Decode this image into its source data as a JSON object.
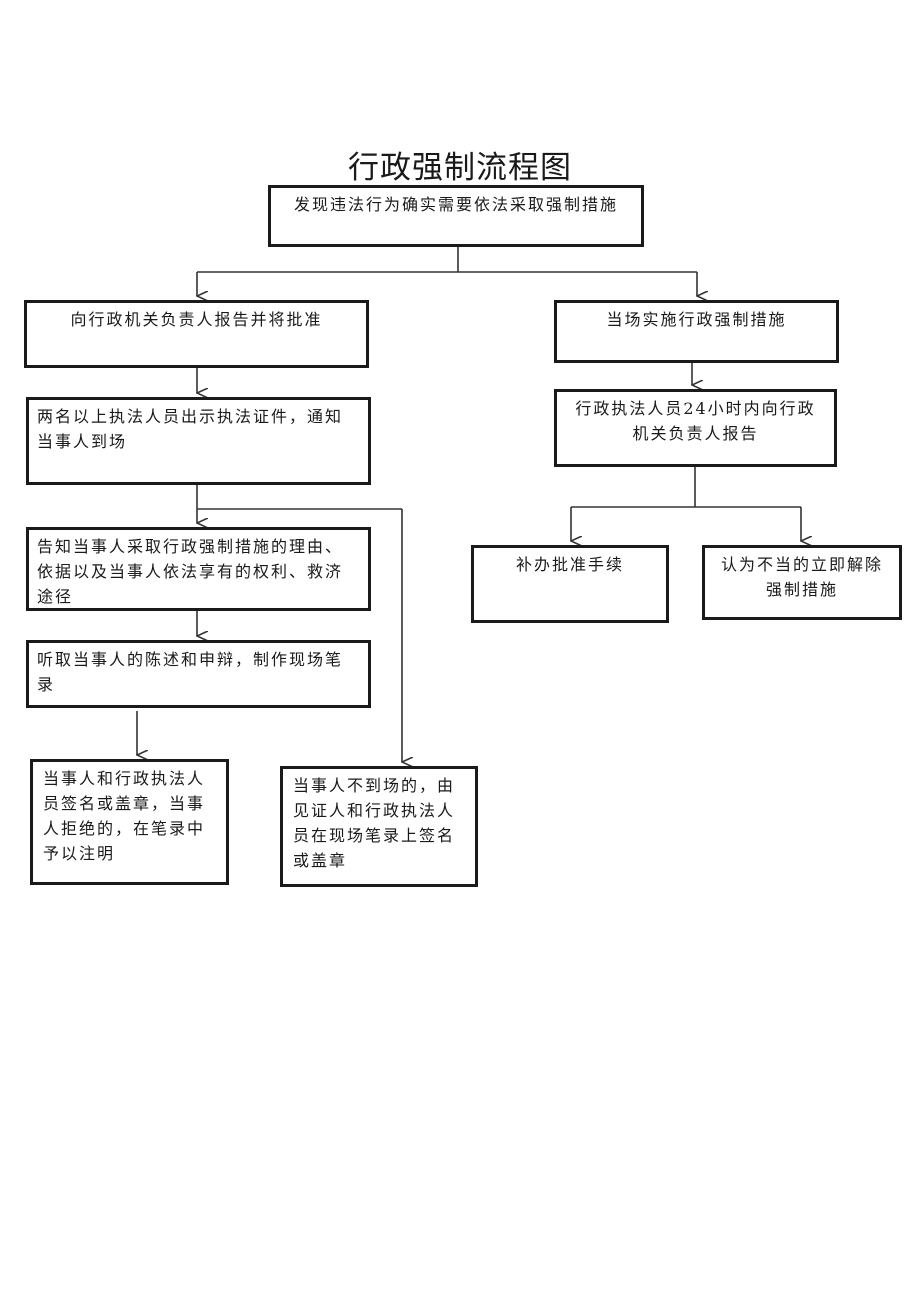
{
  "title": "行政强制流程图",
  "nodes": {
    "start": "发现违法行为确实需要依法采取强制措施",
    "report_approve": "向行政机关负责人报告并将批准",
    "onsite": "当场实施行政强制措施",
    "report_24h": "行政执法人员24小时内向行政\n机关负责人报告",
    "show_id": "两名以上执法人员出示执法证件，通知\n当事人到场",
    "supplement": "补办批准手续",
    "release": "认为不当的立即解除\n强制措施",
    "inform": "告知当事人采取行政强制措施的理由、\n依据以及当事人依法享有的权利、救济\n途径",
    "hearing": "听取当事人的陈述和申辩，制作现场笔\n录",
    "sign": "当事人和行政执法人\n员签名或盖章，当事\n人拒绝的，在笔录中\n予以注明",
    "absent": "当事人不到场的，由\n见证人和行政执法人\n员在现场笔录上签名\n或盖章"
  }
}
